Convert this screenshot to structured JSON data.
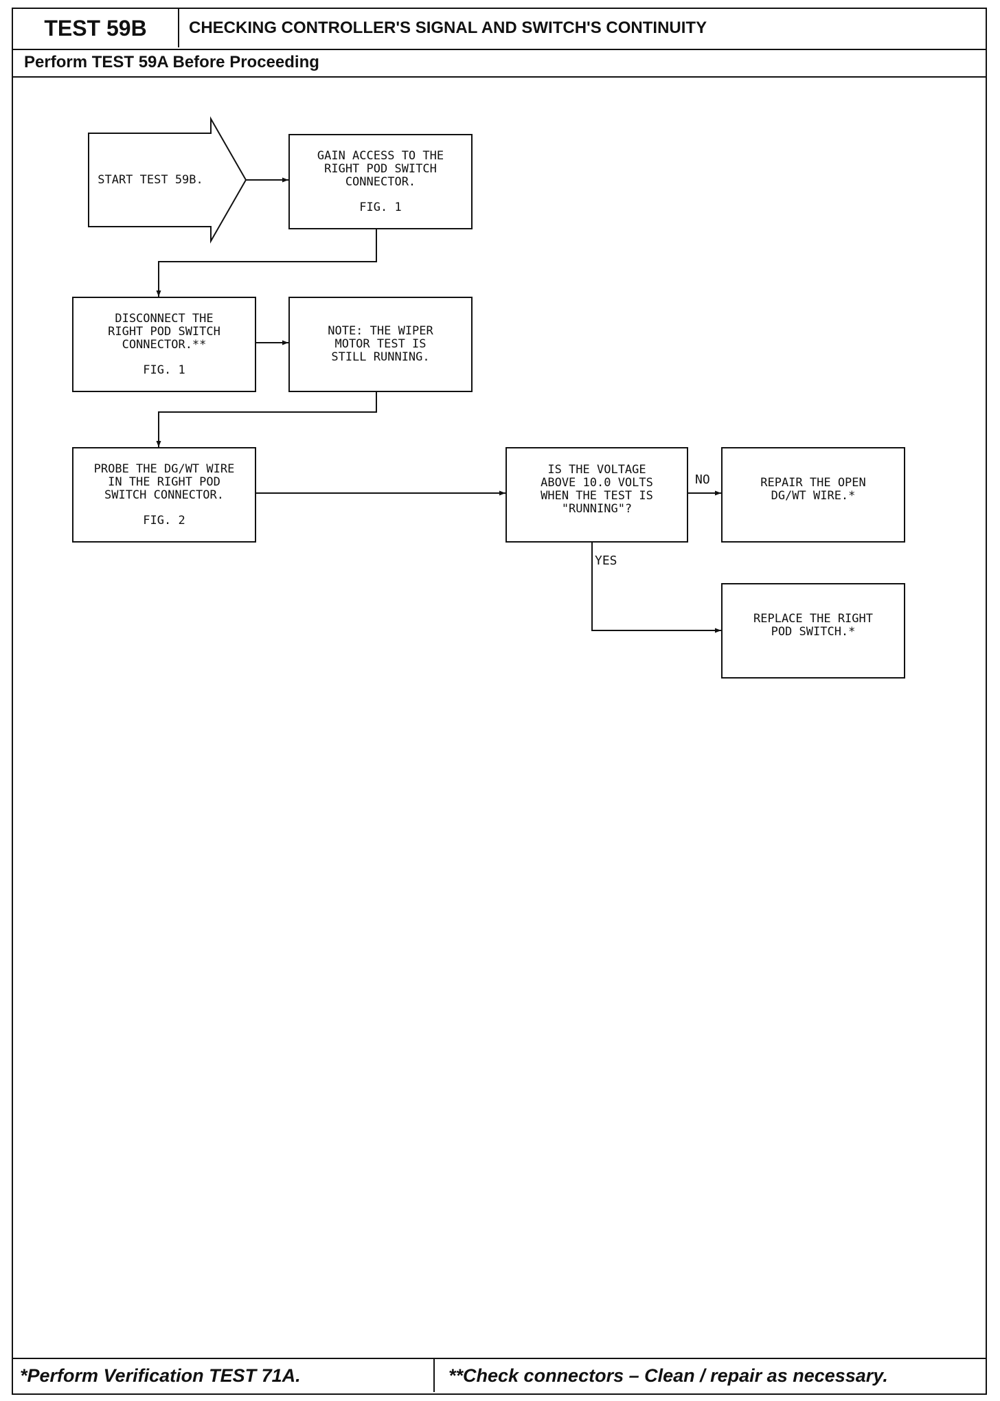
{
  "header": {
    "test_id": "TEST 59B",
    "title": "CHECKING CONTROLLER'S SIGNAL AND SWITCH'S CONTINUITY",
    "subtitle": "Perform TEST 59A Before Proceeding"
  },
  "flowchart": {
    "start": {
      "text": "START TEST 59B."
    },
    "gain_access": {
      "text": "GAIN ACCESS TO THE\nRIGHT POD SWITCH\nCONNECTOR.",
      "fig": "FIG. 1"
    },
    "disconnect": {
      "text": "DISCONNECT THE\nRIGHT POD SWITCH\nCONNECTOR.**",
      "fig": "FIG. 1"
    },
    "note": {
      "text": "NOTE:  THE WIPER\nMOTOR TEST IS\nSTILL RUNNING."
    },
    "probe": {
      "text": "PROBE THE DG/WT WIRE\nIN THE RIGHT POD\nSWITCH CONNECTOR.",
      "fig": "FIG. 2"
    },
    "question": {
      "text": "IS THE VOLTAGE\nABOVE 10.0 VOLTS\nWHEN THE TEST IS\n\"RUNNING\"?"
    },
    "repair": {
      "text": "REPAIR THE OPEN\nDG/WT WIRE.*"
    },
    "replace": {
      "text": "REPLACE THE RIGHT\nPOD SWITCH.*"
    },
    "label_no": "NO",
    "label_yes": "YES"
  },
  "footer": {
    "left": "*Perform Verification TEST 71A.",
    "right": "**Check connectors – Clean / repair as necessary."
  }
}
